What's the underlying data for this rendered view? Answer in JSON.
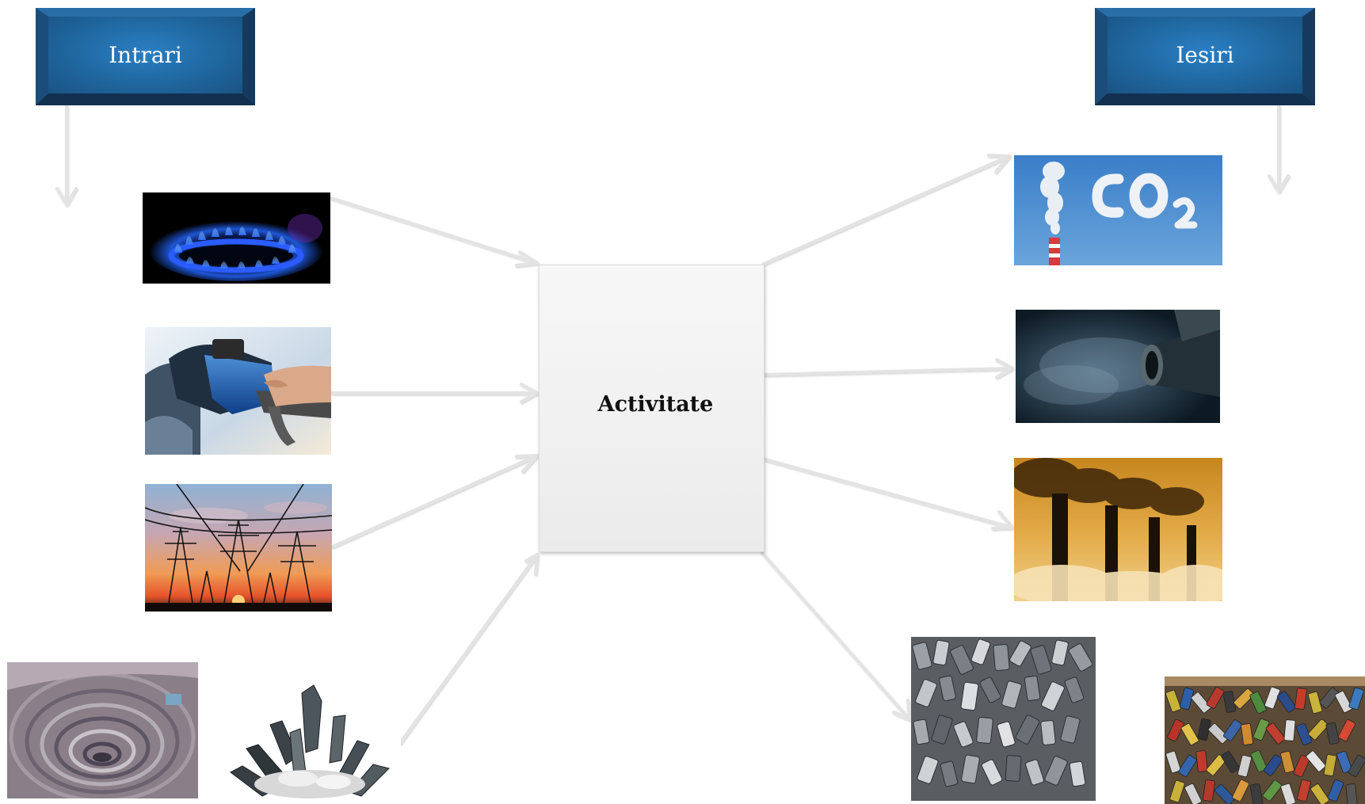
{
  "diagram": {
    "inputs_label": "Intrari",
    "outputs_label": "Iesiri",
    "center_label": "Activitate",
    "inputs": [
      "gas-flame",
      "fuel-nozzle",
      "power-lines",
      "open-pit-mine",
      "mineral-crystal"
    ],
    "outputs": [
      "co2-smoke",
      "exhaust-smoke",
      "factory-smokestacks",
      "discarded-phones",
      "used-batteries"
    ]
  },
  "colors": {
    "header_face": "#1f679f",
    "header_frame": "#1a3f63",
    "arrow": "#e2e2e2",
    "center_box": "#efefef"
  }
}
